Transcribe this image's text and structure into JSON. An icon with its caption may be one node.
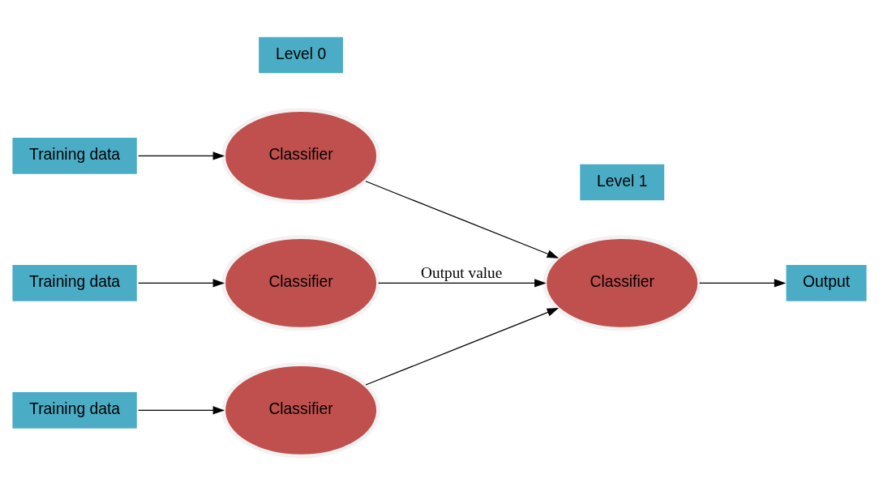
{
  "diagram": {
    "nodes": [
      {
        "text": [
          "Training data"
        ]
      },
      {
        "text": [
          "Classifier"
        ]
      },
      {
        "text": [
          "Training data"
        ]
      },
      {
        "text": [
          "Classifier"
        ]
      },
      {
        "text": [
          "Training data"
        ]
      },
      {
        "text": [
          "Classifier"
        ]
      },
      {
        "text": [
          "Classifier"
        ]
      },
      {
        "text": [
          "Output"
        ]
      },
      {
        "text": [
          "Level 0"
        ]
      },
      {
        "text": [
          "Level 1"
        ]
      }
    ],
    "edges": [
      {
        "from": 0,
        "to": 1,
        "arrow": "to"
      },
      {
        "from": 2,
        "to": 3,
        "arrow": "to"
      },
      {
        "from": 4,
        "to": 5,
        "arrow": "to"
      },
      {
        "from": 1,
        "to": 6,
        "arrow": "to"
      },
      {
        "from": 3,
        "to": 6,
        "arrow": "to",
        "label": "Output value"
      },
      {
        "from": 5,
        "to": 6,
        "arrow": "to"
      },
      {
        "from": 6,
        "to": 7,
        "arrow": "to"
      }
    ]
  }
}
